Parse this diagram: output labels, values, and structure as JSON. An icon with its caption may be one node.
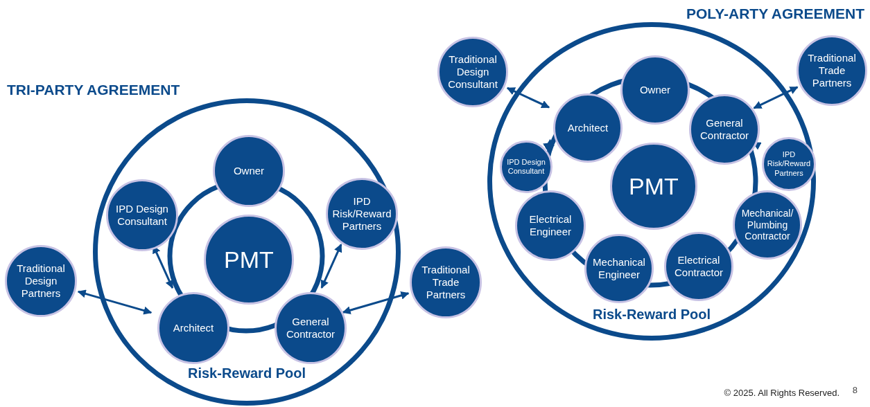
{
  "diagram": {
    "nodes": [
      {
        "text": [
          "Risk-Reward Pool"
        ]
      },
      {
        "text": [
          "Owner"
        ],
        "in": 0
      },
      {
        "text": [
          "IPD Design Consultant"
        ],
        "in": 0
      },
      {
        "text": [
          "IPD Risk/Reward Partners"
        ],
        "in": 0
      },
      {
        "text": [
          "PMT"
        ],
        "in": 0
      },
      {
        "text": [
          "Traditional Design Partners"
        ]
      },
      {
        "text": [
          "Architect"
        ],
        "in": 0
      },
      {
        "text": [
          "General Contractor"
        ],
        "in": 0
      },
      {
        "text": [
          "Traditional Trade Partners"
        ]
      },
      {
        "text": [
          "Risk-Reward Pool"
        ]
      },
      {
        "text": [
          "Traditional Design Consultant"
        ]
      },
      {
        "text": [
          "Owner"
        ],
        "in": 9
      },
      {
        "text": [
          "Architect"
        ],
        "in": 9
      },
      {
        "text": [
          "General Contractor"
        ],
        "in": 9
      },
      {
        "text": [
          "Traditional Trade Partners"
        ]
      },
      {
        "text": [
          "IPD Design Consultant"
        ],
        "in": 9
      },
      {
        "text": [
          "IPD Risk/Reward Partners"
        ],
        "in": 9
      },
      {
        "text": [
          "PMT"
        ],
        "in": 9
      },
      {
        "text": [
          "Electrical Engineer"
        ],
        "in": 9
      },
      {
        "text": [
          "Mechanical/ Plumbing Contractor"
        ],
        "in": 9
      },
      {
        "text": [
          "Mechanical Engineer"
        ],
        "in": 9
      },
      {
        "text": [
          "Electrical Contractor"
        ],
        "in": 9
      }
    ],
    "edges": [
      {
        "from": 2,
        "to": 6,
        "arrow": "both"
      },
      {
        "from": 3,
        "to": 7,
        "arrow": "both"
      },
      {
        "from": 5,
        "to": 6,
        "arrow": "both"
      },
      {
        "from": 8,
        "to": 7,
        "arrow": "both"
      },
      {
        "from": 10,
        "to": 12,
        "arrow": "both"
      },
      {
        "from": 12,
        "to": 15,
        "arrow": "both"
      },
      {
        "from": 14,
        "to": 13,
        "arrow": "both"
      },
      {
        "from": 13,
        "to": 16,
        "arrow": "both"
      }
    ],
    "labels": [
      "POLY-ARTY AGREEMENT",
      "TRI-PARTY AGREEMENT",
      "© 2025. All Rights Reserved.",
      "8"
    ]
  }
}
